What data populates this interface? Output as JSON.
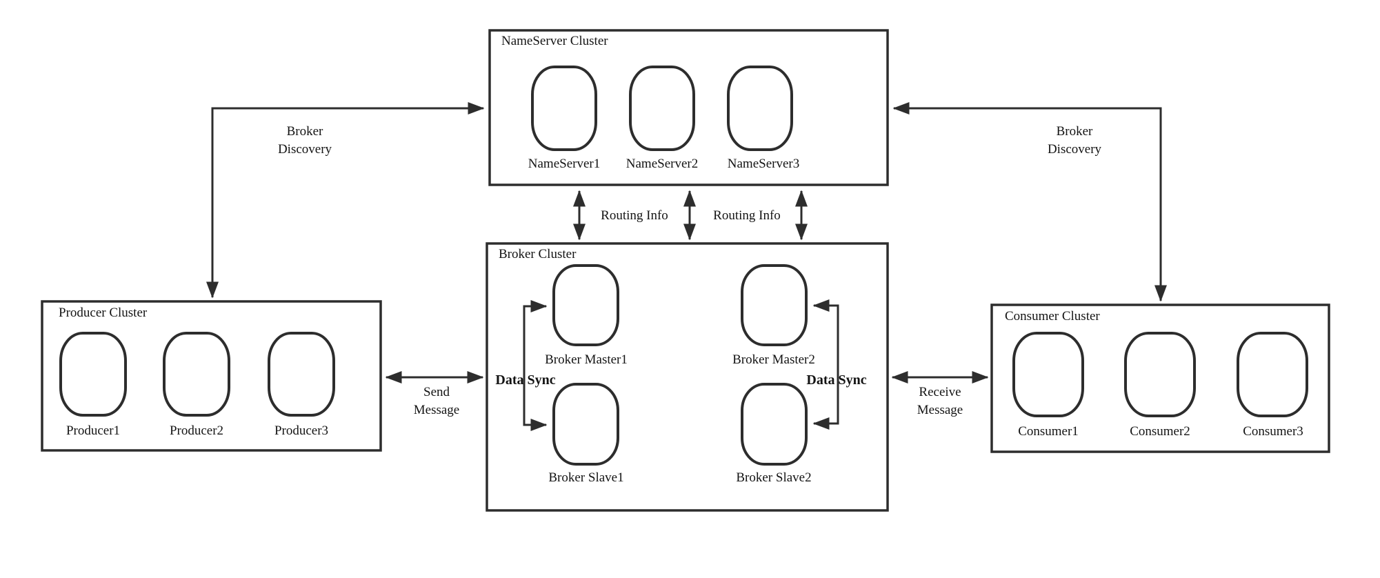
{
  "clusters": {
    "nameserver": {
      "title": "NameServer Cluster",
      "nodes": [
        "NameServer1",
        "NameServer2",
        "NameServer3"
      ]
    },
    "broker": {
      "title": "Broker Cluster",
      "nodes": [
        "Broker Master1",
        "Broker Master2",
        "Broker Slave1",
        "Broker Slave2"
      ]
    },
    "producer": {
      "title": "Producer Cluster",
      "nodes": [
        "Producer1",
        "Producer2",
        "Producer3"
      ]
    },
    "consumer": {
      "title": "Consumer Cluster",
      "nodes": [
        "Consumer1",
        "Consumer2",
        "Consumer3"
      ]
    }
  },
  "edges": {
    "broker_discovery_left": {
      "line1": "Broker",
      "line2": "Discovery"
    },
    "broker_discovery_right": {
      "line1": "Broker",
      "line2": "Discovery"
    },
    "routing_info_left": {
      "label": "Routing Info"
    },
    "routing_info_right": {
      "label": "Routing Info"
    },
    "send_message": {
      "line1": "Send",
      "line2": "Message"
    },
    "receive_message": {
      "line1": "Receive",
      "line2": "Message"
    },
    "data_sync_left": {
      "label": "Data Sync"
    },
    "data_sync_right": {
      "label": "Data Sync"
    }
  },
  "colors": {
    "stroke": "#2d2d2d",
    "text": "#141414",
    "background": "#ffffff"
  }
}
